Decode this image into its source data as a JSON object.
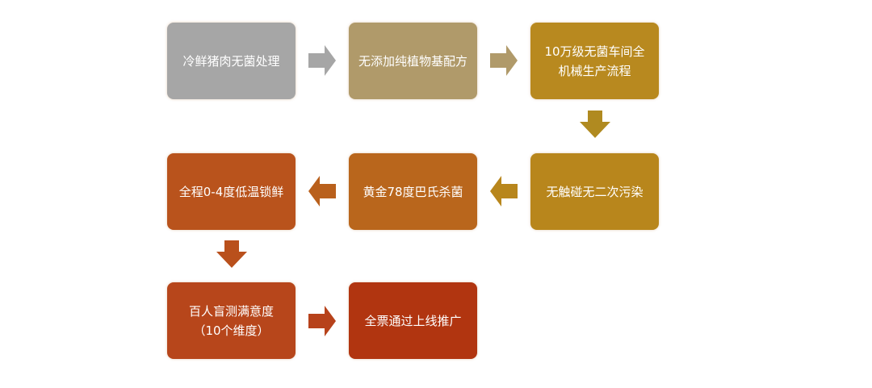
{
  "steps": [
    {
      "label": "冷鲜猪肉无菌处理",
      "color": "#a6a6a6"
    },
    {
      "label": "无添加纯植物基配方",
      "color": "#b09a6a"
    },
    {
      "label": "10万级无菌车间全机械生产流程",
      "color": "#b8891f"
    },
    {
      "label": "无触碰无二次污染",
      "color": "#b8861c"
    },
    {
      "label": "黄金78度巴氏杀菌",
      "color": "#b9661c"
    },
    {
      "label": "全程0-4度低温锁鲜",
      "color": "#b9531c"
    },
    {
      "label": "百人盲测满意度",
      "sublabel": "（10个维度）",
      "color": "#b7461b"
    },
    {
      "label": "全票通过上线推广",
      "color": "#b13510"
    }
  ],
  "arrow_colors": [
    "#a6a6a6",
    "#b09a6a",
    "#b08a20",
    "#b8861c",
    "#b9601c",
    "#b9501c",
    "#b7421b"
  ]
}
